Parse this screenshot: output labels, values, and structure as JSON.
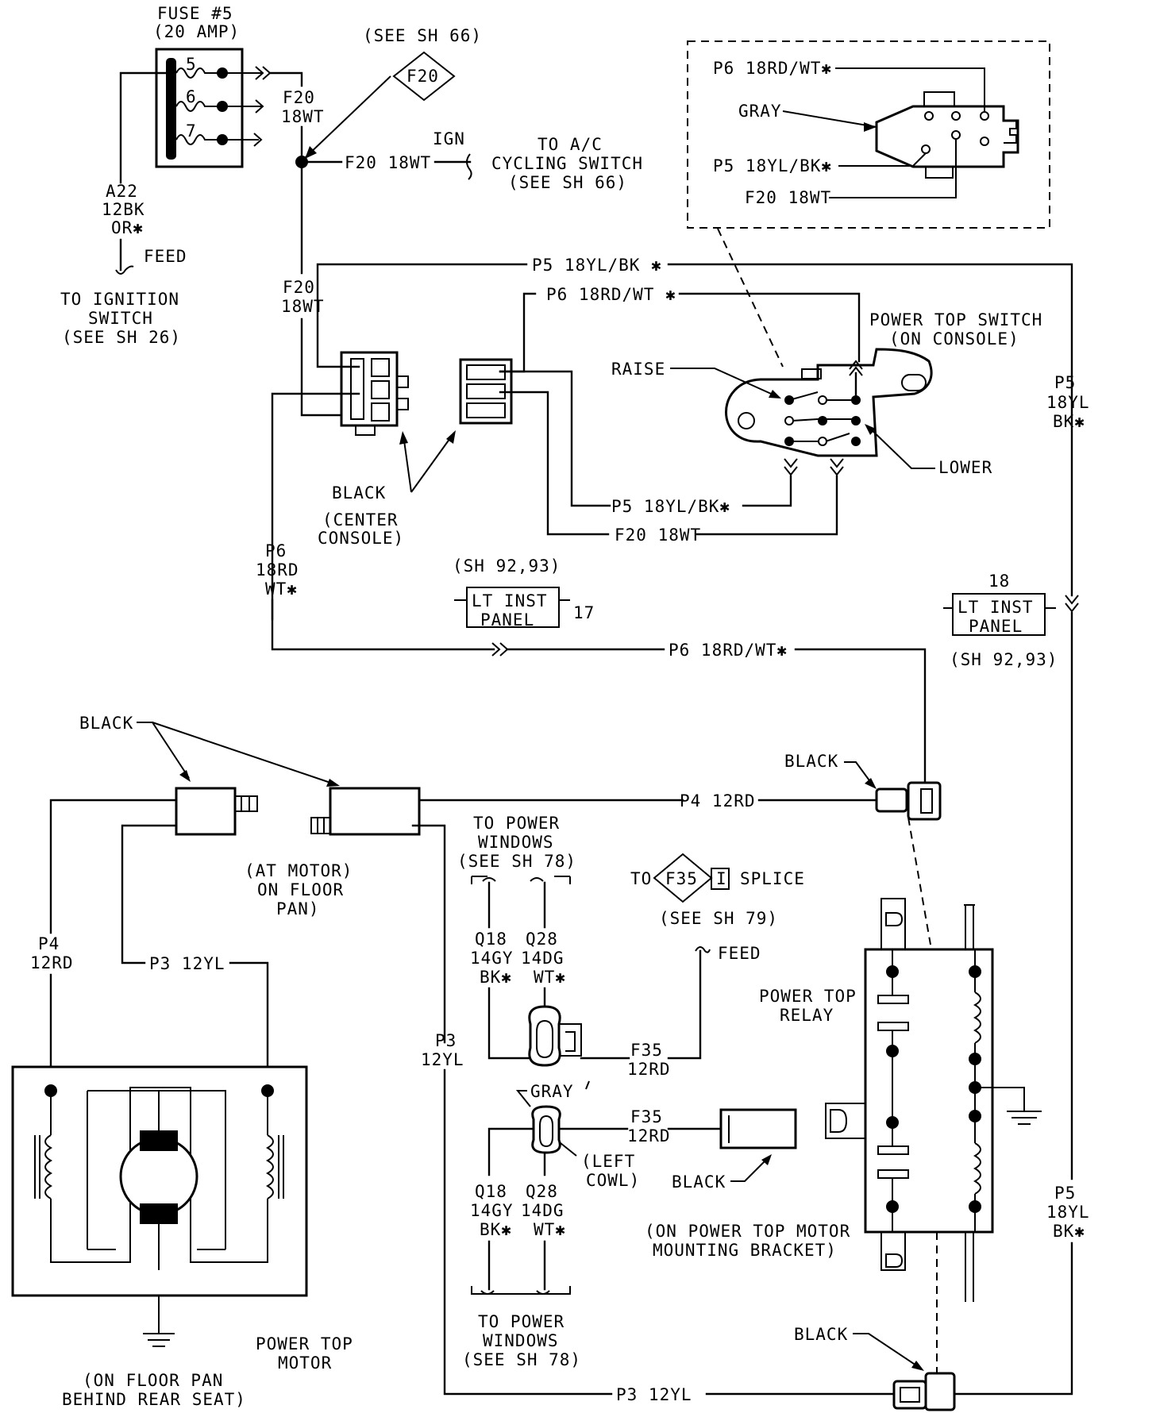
{
  "fuse": {
    "title": "FUSE #5",
    "rating": "(20 AMP)",
    "pins": [
      "5",
      "6",
      "7"
    ]
  },
  "see_sh66_top": "(SEE SH 66)",
  "f20_diamond": "F20",
  "f20_wire": [
    "F20",
    "18WT"
  ],
  "ign": "IGN",
  "f20_18wt": "F20 18WT",
  "to_ac": [
    "TO A/C",
    "CYCLING SWITCH",
    "(SEE SH 66)"
  ],
  "a22": [
    "A22",
    "12BK",
    "OR✱"
  ],
  "feed": "FEED",
  "to_ignition": [
    "TO IGNITION",
    "SWITCH",
    "(SEE SH 26)"
  ],
  "inset": {
    "p6": "P6 18RD/WT✱",
    "gray": "GRAY",
    "p5": "P5 18YL/BK✱",
    "f20": "F20 18WT"
  },
  "p5_top": "P5 18YL/BK ✱",
  "p6_top": "P6 18RD/WT ✱",
  "switch_title": [
    "POWER TOP SWITCH",
    "(ON CONSOLE)"
  ],
  "raise": "RAISE",
  "lower": "LOWER",
  "black": "BLACK",
  "center_console": [
    "(CENTER",
    "CONSOLE)"
  ],
  "p5_mid": "P5 18YL/BK✱",
  "f20_mid": "F20 18WT",
  "p6_left": [
    "P6",
    "18RD",
    "WT✱"
  ],
  "sh9293": "(SH 92,93)",
  "lt_inst": [
    "LT INST",
    "PANEL"
  ],
  "pin17": "17",
  "pin18": "18",
  "p5_right": [
    "P5",
    "18YL",
    "BK✱"
  ],
  "p6_long": "P6 18RD/WT✱",
  "black_top_left": "BLACK",
  "black_right_conn": "BLACK",
  "p4_12rd": "P4 12RD",
  "at_motor": [
    "(AT MOTOR)",
    "ON FLOOR",
    "PAN)"
  ],
  "to_pw_top": [
    "TO POWER",
    "WINDOWS",
    "(SEE SH 78)"
  ],
  "to_f35": {
    "to": "TO",
    "f35": "F35",
    "i": "I",
    "splice": "SPLICE",
    "see": "(SEE SH 79)"
  },
  "feed2": "FEED",
  "q18": [
    "Q18",
    "14GY",
    "BK✱"
  ],
  "q28": [
    "Q28",
    "14DG",
    "WT✱"
  ],
  "f35_12rd": [
    "F35",
    "12RD"
  ],
  "gray": "GRAY",
  "left_cowl": [
    "(LEFT",
    "COWL)"
  ],
  "black_bracket": "BLACK",
  "mounting": [
    "(ON POWER TOP MOTOR",
    "MOUNTING BRACKET)"
  ],
  "relay_title": [
    "POWER TOP",
    "RELAY"
  ],
  "p4_left": [
    "P4",
    "12RD"
  ],
  "p3_12yl": "P3 12YL",
  "p3_vert": [
    "P3",
    "12YL"
  ],
  "to_pw_bottom": [
    "TO POWER",
    "WINDOWS",
    "(SEE SH 78)"
  ],
  "motor_title": [
    "POWER TOP",
    "MOTOR"
  ],
  "floor_pan": [
    "(ON FLOOR PAN",
    "BEHIND REAR SEAT)"
  ],
  "black_bottom": "BLACK",
  "p3_bottom": "P3 12YL"
}
